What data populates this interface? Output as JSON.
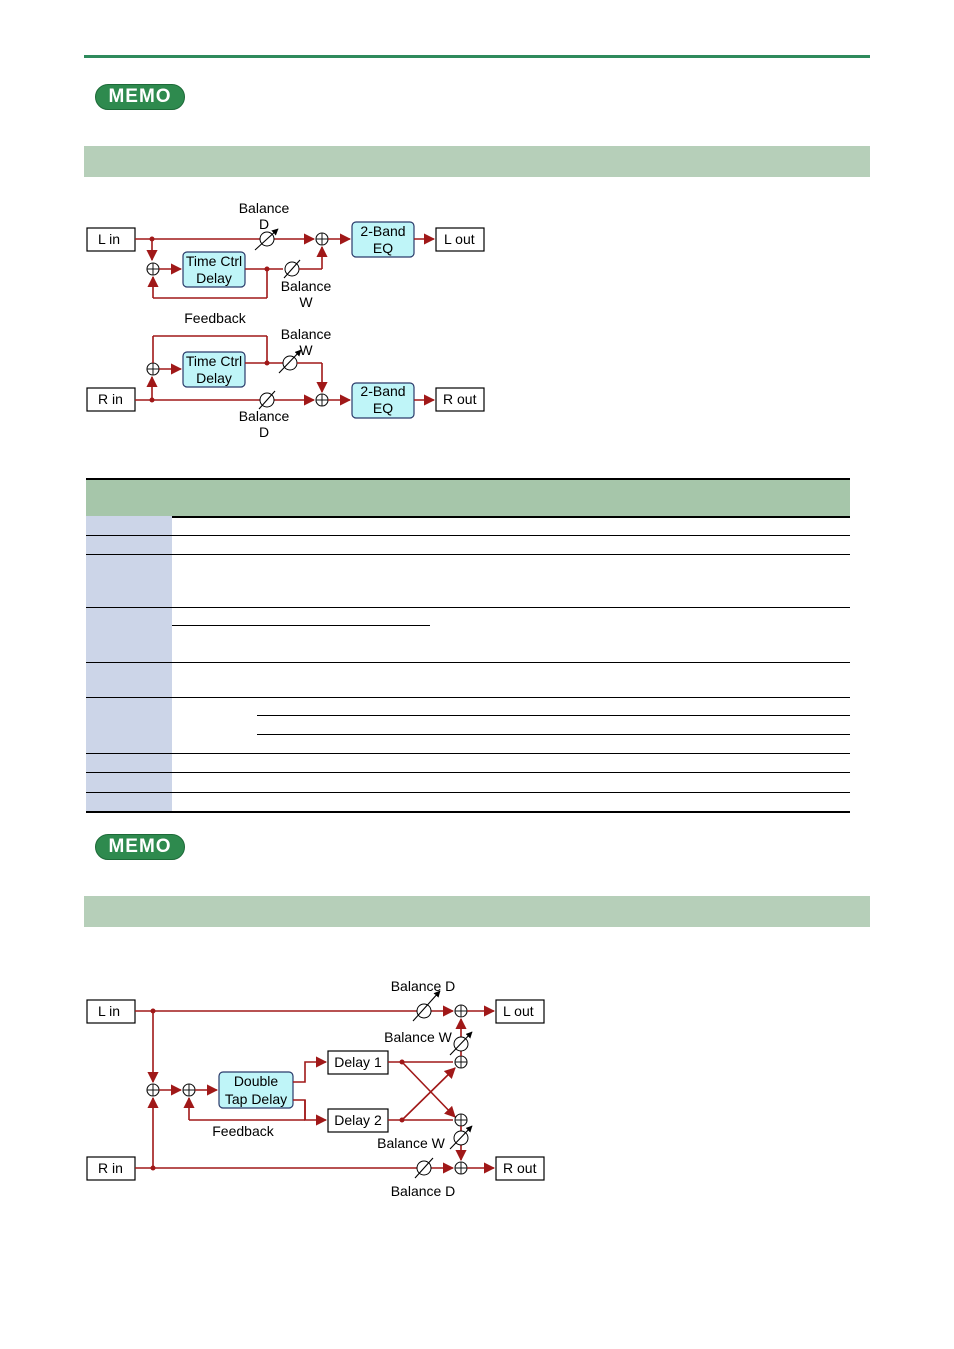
{
  "memo_badge_label": "MEMO",
  "diagram1": {
    "l_in": "L in",
    "r_in": "R in",
    "l_out": "L out",
    "r_out": "R out",
    "fx_top_line1": "Time Ctrl",
    "fx_top_line2": "Delay",
    "fx_bot_line1": "Time Ctrl",
    "fx_bot_line2": "Delay",
    "eq_top_line1": "2-Band",
    "eq_top_line2": "EQ",
    "eq_bot_line1": "2-Band",
    "eq_bot_line2": "EQ",
    "bal_d_top_line1": "Balance",
    "bal_d_top_line2": "D",
    "bal_w_top_line1": "Balance",
    "bal_w_top_line2": "W",
    "feedback": "Feedback",
    "bal_w_bot_line1": "Balance",
    "bal_w_bot_line2": "W",
    "bal_d_bot_line1": "Balance",
    "bal_d_bot_line2": "D"
  },
  "diagram2": {
    "l_in": "L in",
    "r_in": "R in",
    "l_out": "L out",
    "r_out": "R out",
    "double_tap_line1": "Double",
    "double_tap_line2": "Tap Delay",
    "delay1": "Delay 1",
    "delay2": "Delay 2",
    "feedback": "Feedback",
    "bal_d_top": "Balance D",
    "bal_w_top": "Balance W",
    "bal_w_bot": "Balance W",
    "bal_d_bot": "Balance D"
  }
}
